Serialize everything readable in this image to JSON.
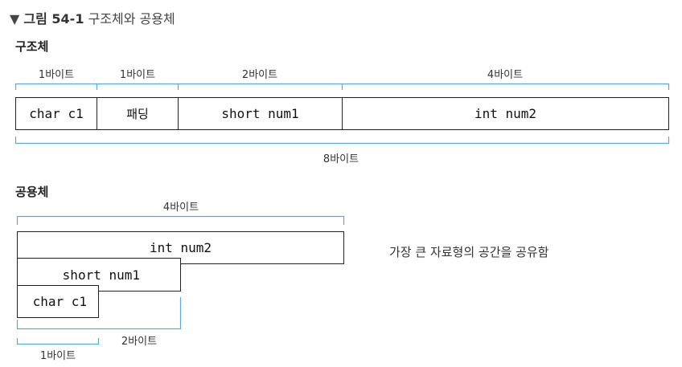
{
  "caption": {
    "marker": "▼",
    "figure": "그림 54-1",
    "title": "구조체와 공용체"
  },
  "struct": {
    "title": "구조체",
    "top_labels": [
      "1바이트",
      "1바이트",
      "2바이트",
      "4바이트"
    ],
    "cells": [
      "char c1",
      "패딩",
      "short num1",
      "int num2"
    ],
    "total_label": "8바이트"
  },
  "union": {
    "title": "공용체",
    "top_label": "4바이트",
    "boxes": [
      "int num2",
      "short num1",
      "char c1"
    ],
    "note": "가장 큰 자료형의 공간을 공유함",
    "label_2byte": "2바이트",
    "label_1byte": "1바이트"
  },
  "colors": {
    "bracket": "#5aa9dc",
    "border": "#222222"
  }
}
